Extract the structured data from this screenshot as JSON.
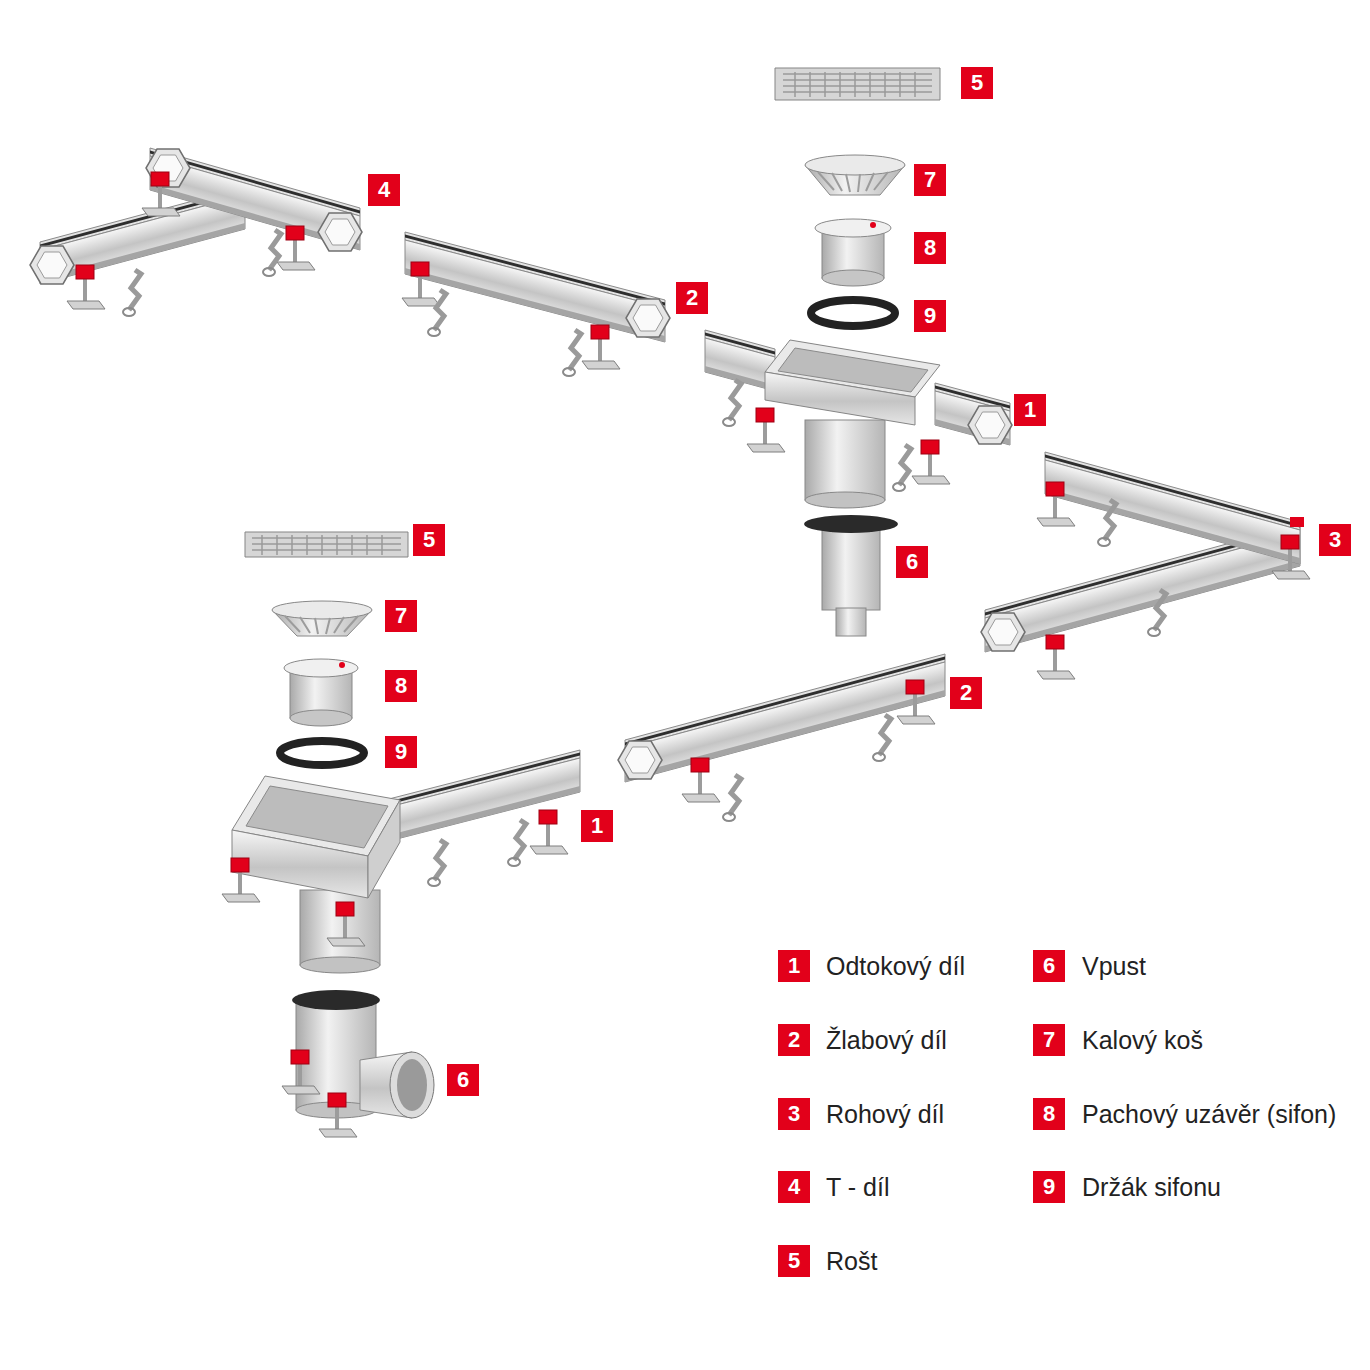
{
  "diagram": {
    "labels": [
      "5",
      "7",
      "8",
      "9",
      "4",
      "2",
      "1",
      "6",
      "3",
      "5",
      "7",
      "8",
      "9",
      "2",
      "1",
      "6",
      "1",
      "Odtokový díl",
      "6",
      "Vpust",
      "2",
      "Žlabový díl",
      "7",
      "Kalový koš",
      "3",
      "Rohový díl",
      "8",
      "Pachový uzávěr (sifon)",
      "4",
      "T - díl",
      "9",
      "Držák sifonu",
      "5",
      "Rošt"
    ]
  }
}
